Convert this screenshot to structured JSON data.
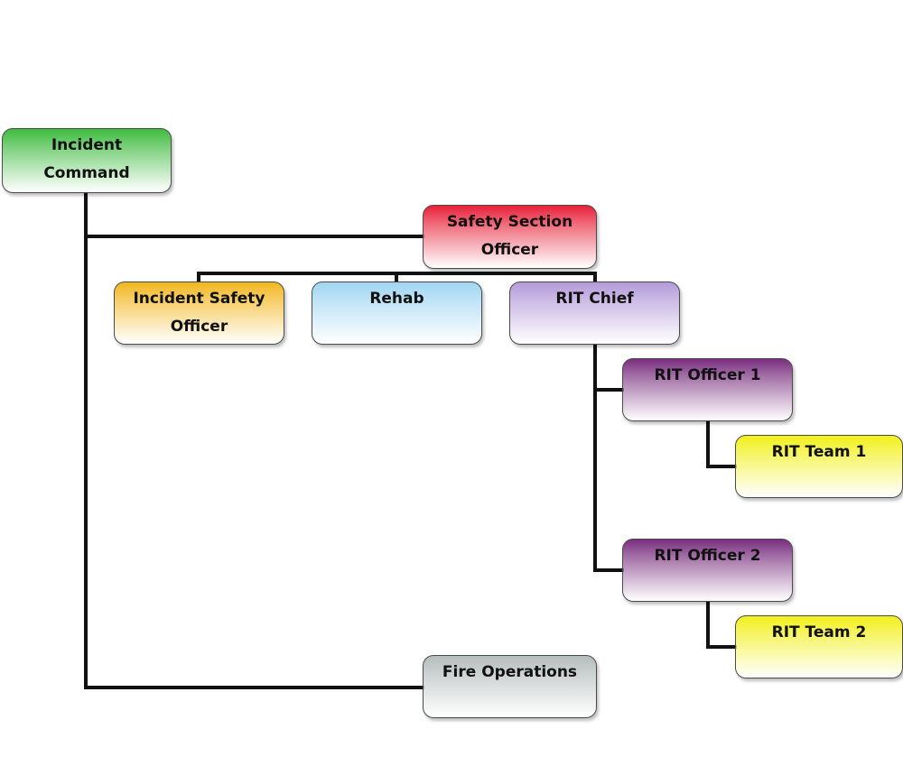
{
  "nodes": [
    {
      "id": "incident-command",
      "label": "Incident\nCommand",
      "color": "#3dbb3d"
    },
    {
      "id": "safety-section",
      "label": "Safety Section\nOfficer",
      "color": "#e8213a"
    },
    {
      "id": "incident-safety",
      "label": "Incident Safety\nOfficer",
      "color": "#f2b71f"
    },
    {
      "id": "rehab",
      "label": "Rehab",
      "color": "#9fd6f2"
    },
    {
      "id": "rit-chief",
      "label": "RIT Chief",
      "color": "#b39ad9"
    },
    {
      "id": "rit-officer-1",
      "label": "RIT Officer 1",
      "color": "#7a2f7f"
    },
    {
      "id": "rit-team-1",
      "label": "RIT Team 1",
      "color": "#f2f01a"
    },
    {
      "id": "rit-officer-2",
      "label": "RIT Officer 2",
      "color": "#7a2f7f"
    },
    {
      "id": "rit-team-2",
      "label": "RIT Team 2",
      "color": "#f2f01a"
    },
    {
      "id": "fire-operations",
      "label": "Fire Operations",
      "color": "#b5bcbc"
    }
  ],
  "edges": [
    {
      "from": "incident-command",
      "to": "safety-section"
    },
    {
      "from": "incident-command",
      "to": "fire-operations"
    },
    {
      "from": "safety-section",
      "to": "incident-safety"
    },
    {
      "from": "safety-section",
      "to": "rehab"
    },
    {
      "from": "safety-section",
      "to": "rit-chief"
    },
    {
      "from": "rit-chief",
      "to": "rit-officer-1"
    },
    {
      "from": "rit-chief",
      "to": "rit-officer-2"
    },
    {
      "from": "rit-officer-1",
      "to": "rit-team-1"
    },
    {
      "from": "rit-officer-2",
      "to": "rit-team-2"
    }
  ],
  "connector_color": "#111111"
}
